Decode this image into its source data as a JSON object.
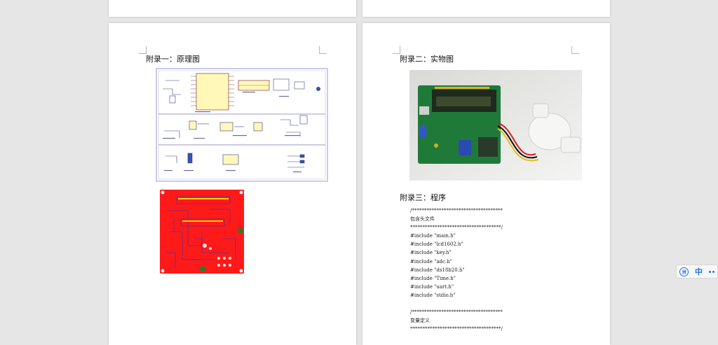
{
  "left_page": {
    "appendix1_title": "附录一：原理图"
  },
  "right_page": {
    "appendix2_title": "附录二：实物图",
    "appendix3_title": "附录三：程序",
    "code_lines": [
      "/*************************************",
      "包含头文件",
      "*************************************/",
      "#include \"main.h\"",
      "#include \"lcd1602.h\"",
      "#include \"key.h\"",
      "#include \"adc.h\"",
      "#include \"ds18b20.h\"",
      "#include \"Time.h\"",
      "#include \"uart.h\"",
      "#include \"stdio.h\"",
      "",
      "/*************************************",
      "变量定义",
      "*************************************/"
    ]
  },
  "ime_toolbar": {
    "mode_label": "中",
    "icon_label": "拼",
    "accent_color": "#1a73e8"
  },
  "icons": [
    "ime-logo-icon",
    "settings-dots-icon"
  ]
}
